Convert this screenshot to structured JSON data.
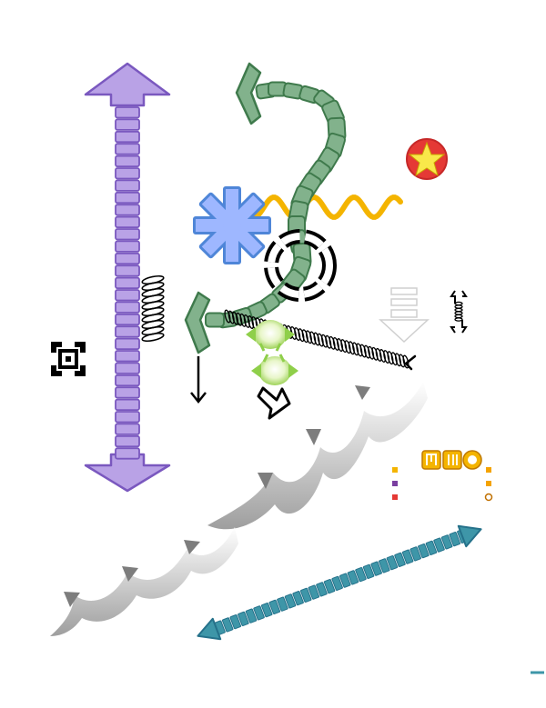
{
  "canvas": {
    "background": "#ffffff"
  },
  "colors": {
    "purple_fill": "#b9a2e6",
    "purple_stroke": "#7a58bf",
    "green_fill": "#82b28c",
    "green_stroke": "#3f7a4c",
    "blue_fill": "#9eb7ff",
    "blue_stroke": "#4f86d8",
    "orange": "#f4b400",
    "red": "#e53935",
    "yellow": "#f9e84a",
    "teal_fill": "#3e96a8",
    "teal_stroke": "#25718a",
    "gray_arrow": "#8c8c8c",
    "lime": "#8fcf4a",
    "black": "#000000"
  },
  "shapes": [
    {
      "name": "purple-double-arrow",
      "kind": "segmented double-headed arrow",
      "orientation": "vertical"
    },
    {
      "name": "green-chain-arrow",
      "kind": "segmented arrow with two heads",
      "orientation": "curved"
    },
    {
      "name": "blue-asterisk",
      "kind": "eight-pointed asterisk"
    },
    {
      "name": "orange-wave",
      "kind": "sine wave line"
    },
    {
      "name": "black-dashed-circle",
      "kind": "dashed ring"
    },
    {
      "name": "red-star-badge",
      "kind": "star in circle"
    },
    {
      "name": "black-coil-short",
      "kind": "coil line"
    },
    {
      "name": "black-coil-long",
      "kind": "coil arrow"
    },
    {
      "name": "small-coil-bracket",
      "kind": "coil with brackets"
    },
    {
      "name": "striped-down-arrow",
      "kind": "striped block arrow",
      "orientation": "down"
    },
    {
      "name": "focus-target-icon",
      "kind": "corner-bracket target"
    },
    {
      "name": "thin-down-arrow",
      "kind": "line arrow",
      "orientation": "down"
    },
    {
      "name": "lime-bulb-arrow-top",
      "kind": "glowing bulb with arrows"
    },
    {
      "name": "lime-bulb-arrow-bottom",
      "kind": "glowing bulb with arrows"
    },
    {
      "name": "outline-block-arrow",
      "kind": "outlined block arrow"
    },
    {
      "name": "gray-wave-arrow-right",
      "kind": "scalloped wave arrow"
    },
    {
      "name": "gray-wave-arrow-left",
      "kind": "scalloped wave arrow"
    },
    {
      "name": "teal-double-arrow",
      "kind": "segmented double-headed arrow",
      "orientation": "diagonal"
    },
    {
      "name": "orange-buttons-group",
      "kind": "three small icon buttons"
    },
    {
      "name": "mini-legend-icons",
      "kind": "six tiny icons"
    },
    {
      "name": "teal-dash",
      "kind": "short line"
    }
  ],
  "icons": [
    "focus-target-icon",
    "star-icon",
    "asterisk-icon",
    "flag-icon",
    "cutlery-icon",
    "coin-icon",
    "bag-icon",
    "calendar-icon",
    "help-icon"
  ],
  "orange_buttons": [
    {
      "icon": "flag-icon",
      "glyph": "⚑"
    },
    {
      "icon": "cutlery-icon",
      "glyph": "⑉"
    },
    {
      "icon": "coin-icon",
      "glyph": "◐"
    }
  ],
  "mini_icons": [
    {
      "icon": "bag-icon",
      "glyph": "▣",
      "color": "#f4b400"
    },
    {
      "icon": "calendar-icon",
      "glyph": "▦",
      "color": "#7a3fa0"
    },
    {
      "icon": "help-icon",
      "glyph": "?",
      "color": "#e53935"
    },
    {
      "icon": "bag-icon",
      "glyph": "▣",
      "color": "#f4a300"
    },
    {
      "icon": "calendar-icon",
      "glyph": "▦",
      "color": "#f4a300"
    },
    {
      "icon": "coin-icon",
      "glyph": "◎",
      "color": "#c07000"
    }
  ]
}
